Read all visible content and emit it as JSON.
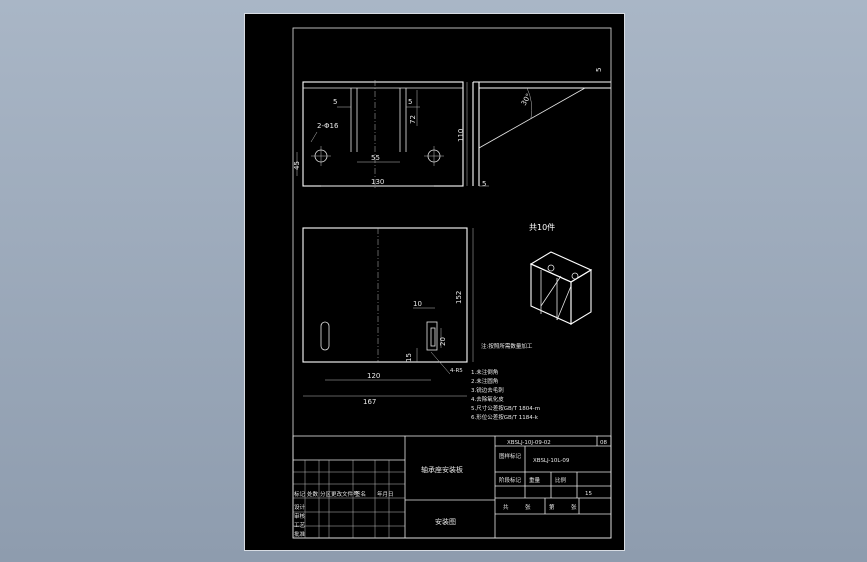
{
  "drawing": {
    "dims_top": {
      "d5a": "5",
      "d5b": "5",
      "d72": "72",
      "hole": "2-Φ16",
      "d55": "55",
      "d45": "45",
      "d130": "130",
      "d110": "110",
      "d5c": "5",
      "angle": "30°",
      "d5d": "5"
    },
    "dims_plate": {
      "d152": "152",
      "d10": "10",
      "d20": "20",
      "d15": "15",
      "d120": "120",
      "d167": "167",
      "radius": "4-R5"
    },
    "qty_note": "共10件",
    "tech_req_title": "注:按照所需数量加工",
    "tech_notes": [
      "1.未注倒角",
      "2.未注圆角",
      "3.锐边去毛刺",
      "4.去除氧化皮",
      "5.尺寸公差按GB/T 1804-m",
      "6.形位公差按GB/T 1184-k"
    ]
  },
  "title_block": {
    "top_code": "XBSLJ-10J-09-02",
    "sheet_no": "08",
    "part_name": "轴承座安装板",
    "assembly_code": "XBSLJ-10L-09",
    "scale": "15",
    "drawing_kind": "安装图",
    "col_labels": [
      "标记",
      "处数",
      "分区",
      "更改文件号",
      "签名",
      "年月日"
    ],
    "row_labels": [
      "设计",
      "审核",
      "工艺",
      "批准"
    ],
    "stage_labels": [
      "阶段标记",
      "重量",
      "比例"
    ],
    "sheet_labels": [
      "共",
      "张",
      "第",
      "张"
    ],
    "mark_label": "图样标记"
  }
}
